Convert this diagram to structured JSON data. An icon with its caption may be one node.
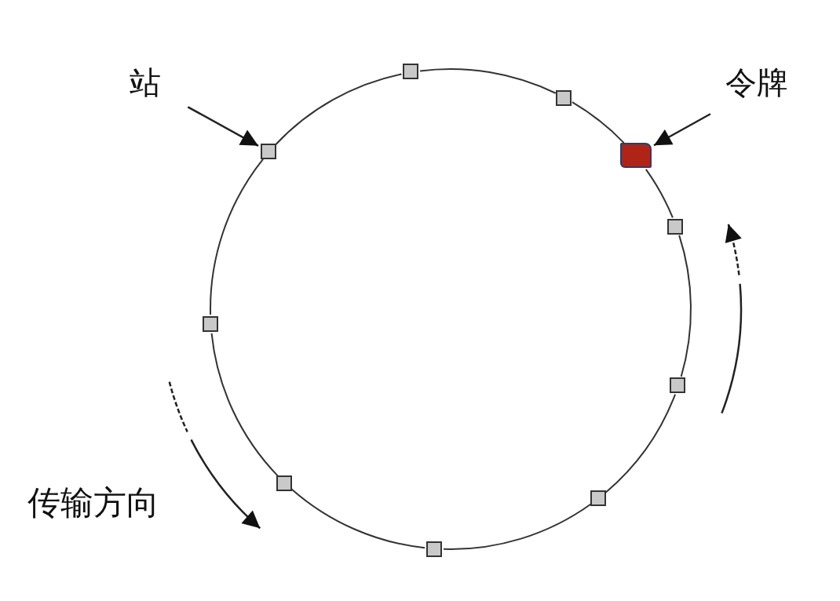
{
  "diagram": {
    "nodes": [
      {
        "text": [
          "站"
        ]
      },
      {
        "text": [
          "令牌"
        ]
      },
      {
        "text": [],
        "shape": "box"
      },
      {
        "text": [],
        "shape": "box"
      },
      {
        "text": [],
        "shape": "box"
      },
      {
        "text": [],
        "shape": "box"
      },
      {
        "text": [],
        "shape": "box"
      },
      {
        "text": [],
        "shape": "box"
      },
      {
        "text": [],
        "shape": "box"
      },
      {
        "text": [],
        "shape": "box"
      },
      {
        "text": [],
        "shape": "box"
      },
      {
        "text": [],
        "shape": "box"
      }
    ],
    "edges": [
      {
        "from": 0,
        "to": 4,
        "arrow": "to"
      },
      {
        "from": 1,
        "to": 5,
        "arrow": "to"
      },
      {
        "from": 2,
        "to": 3,
        "arrow": "none"
      },
      {
        "from": 3,
        "to": 5,
        "arrow": "none"
      },
      {
        "from": 5,
        "to": 6,
        "arrow": "none"
      },
      {
        "from": 6,
        "to": 8,
        "arrow": "none"
      },
      {
        "from": 8,
        "to": 10,
        "arrow": "none"
      },
      {
        "from": 10,
        "to": 11,
        "arrow": "none"
      },
      {
        "from": 11,
        "to": 9,
        "arrow": "none"
      },
      {
        "from": 9,
        "to": 7,
        "arrow": "none"
      },
      {
        "from": 7,
        "to": 4,
        "arrow": "none"
      },
      {
        "from": 4,
        "to": 2,
        "arrow": "none"
      }
    ],
    "labels": [
      "传输方向"
    ]
  }
}
